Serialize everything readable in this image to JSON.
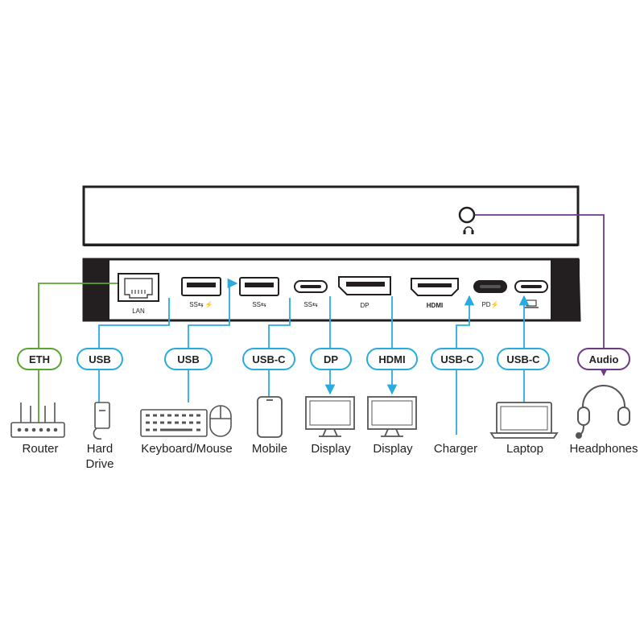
{
  "colors": {
    "usb_line": "#29abe2",
    "eth_line": "#5aa531",
    "audio_line": "#6e3a86",
    "device_outline": "#231f20",
    "device_face": "#ffffff",
    "icon_gray": "#555555"
  },
  "ports": {
    "lan": "LAN",
    "usb_a1": "SS⇆ ⚡",
    "usb_a2": "SS⇆",
    "usb_c1": "SS⇆",
    "dp": "DP",
    "hdmi": "HDMI",
    "pd": "PD⚡",
    "laptop_port_icon": "laptop-icon",
    "headphone_jack_icon": "headphone-icon"
  },
  "connections": [
    {
      "pill": "ETH",
      "device": "Router",
      "color": "eth"
    },
    {
      "pill": "USB",
      "device": "Hard",
      "device2": "Drive",
      "color": "usb"
    },
    {
      "pill": "USB",
      "device": "Keyboard/Mouse",
      "color": "usb"
    },
    {
      "pill": "USB-C",
      "device": "Mobile",
      "color": "usb"
    },
    {
      "pill": "DP",
      "device": "Display",
      "color": "usb"
    },
    {
      "pill": "HDMI",
      "device": "Display",
      "color": "usb"
    },
    {
      "pill": "USB-C",
      "device": "Charger",
      "color": "usb"
    },
    {
      "pill": "USB-C",
      "device": "Laptop",
      "color": "usb"
    },
    {
      "pill": "Audio",
      "device": "Headphones",
      "color": "audio"
    }
  ]
}
